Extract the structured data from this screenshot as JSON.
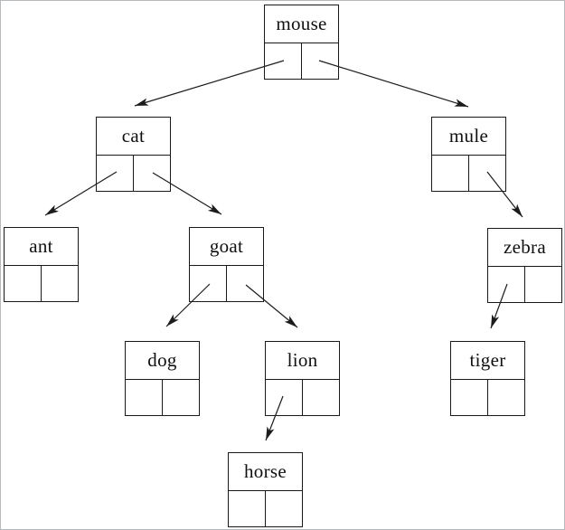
{
  "diagram": {
    "type": "binary-tree",
    "title": "",
    "colors": {
      "background": "#ffffff",
      "box_border": "#1a1a1a",
      "arrow": "#1c1c1c",
      "page_border": "#b7babd",
      "text": "#101010"
    },
    "nodes": [
      {
        "id": "mouse",
        "label": "mouse",
        "left_child": "cat",
        "right_child": "mule"
      },
      {
        "id": "cat",
        "label": "cat",
        "left_child": "ant",
        "right_child": "goat"
      },
      {
        "id": "mule",
        "label": "mule",
        "left_child": null,
        "right_child": "zebra"
      },
      {
        "id": "ant",
        "label": "ant",
        "left_child": null,
        "right_child": null
      },
      {
        "id": "goat",
        "label": "goat",
        "left_child": "dog",
        "right_child": "lion"
      },
      {
        "id": "zebra",
        "label": "zebra",
        "left_child": "tiger",
        "right_child": null
      },
      {
        "id": "dog",
        "label": "dog",
        "left_child": null,
        "right_child": null
      },
      {
        "id": "lion",
        "label": "lion",
        "left_child": "horse",
        "right_child": null
      },
      {
        "id": "tiger",
        "label": "tiger",
        "left_child": null,
        "right_child": null
      },
      {
        "id": "horse",
        "label": "horse",
        "left_child": null,
        "right_child": null
      }
    ],
    "edges": [
      {
        "from": "mouse",
        "pointer": "left",
        "to": "cat"
      },
      {
        "from": "mouse",
        "pointer": "right",
        "to": "mule"
      },
      {
        "from": "cat",
        "pointer": "left",
        "to": "ant"
      },
      {
        "from": "cat",
        "pointer": "right",
        "to": "goat"
      },
      {
        "from": "mule",
        "pointer": "right",
        "to": "zebra"
      },
      {
        "from": "goat",
        "pointer": "left",
        "to": "dog"
      },
      {
        "from": "goat",
        "pointer": "right",
        "to": "lion"
      },
      {
        "from": "zebra",
        "pointer": "left",
        "to": "tiger"
      },
      {
        "from": "lion",
        "pointer": "left",
        "to": "horse"
      }
    ]
  }
}
